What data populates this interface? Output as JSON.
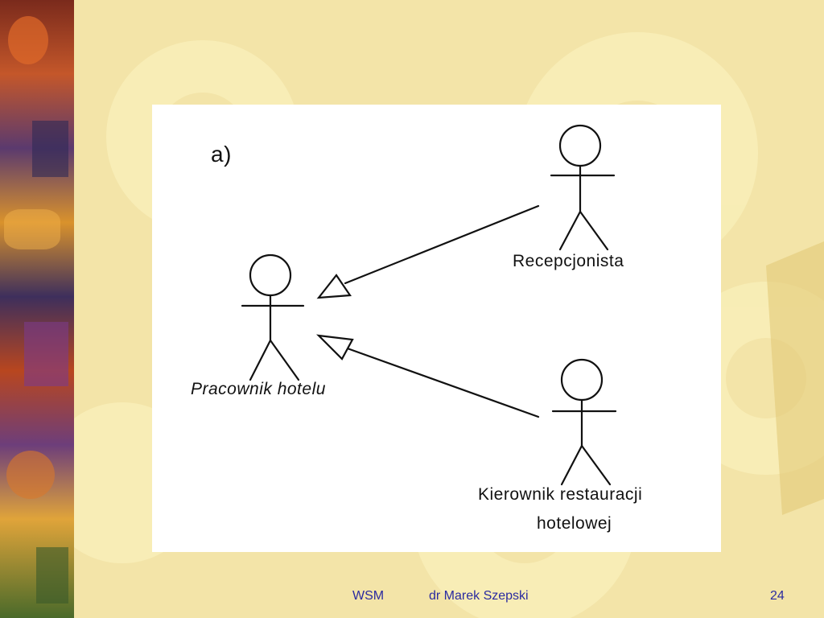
{
  "slide": {
    "diagram": {
      "panel_label": "a)",
      "actors": {
        "generalized": "Pracownik hotelu",
        "specialized_1": "Recepcjonista",
        "specialized_2_line1": "Kierownik restauracji",
        "specialized_2_line2": "hotelowej"
      }
    },
    "footer": {
      "left": "WSM",
      "center": "dr Marek Szepski",
      "page_number": "24"
    }
  },
  "colors": {
    "background": "#f3e4a8",
    "gear": "#f8efb8",
    "footer_text": "#2a2aa0",
    "diagram_line": "#111111"
  }
}
